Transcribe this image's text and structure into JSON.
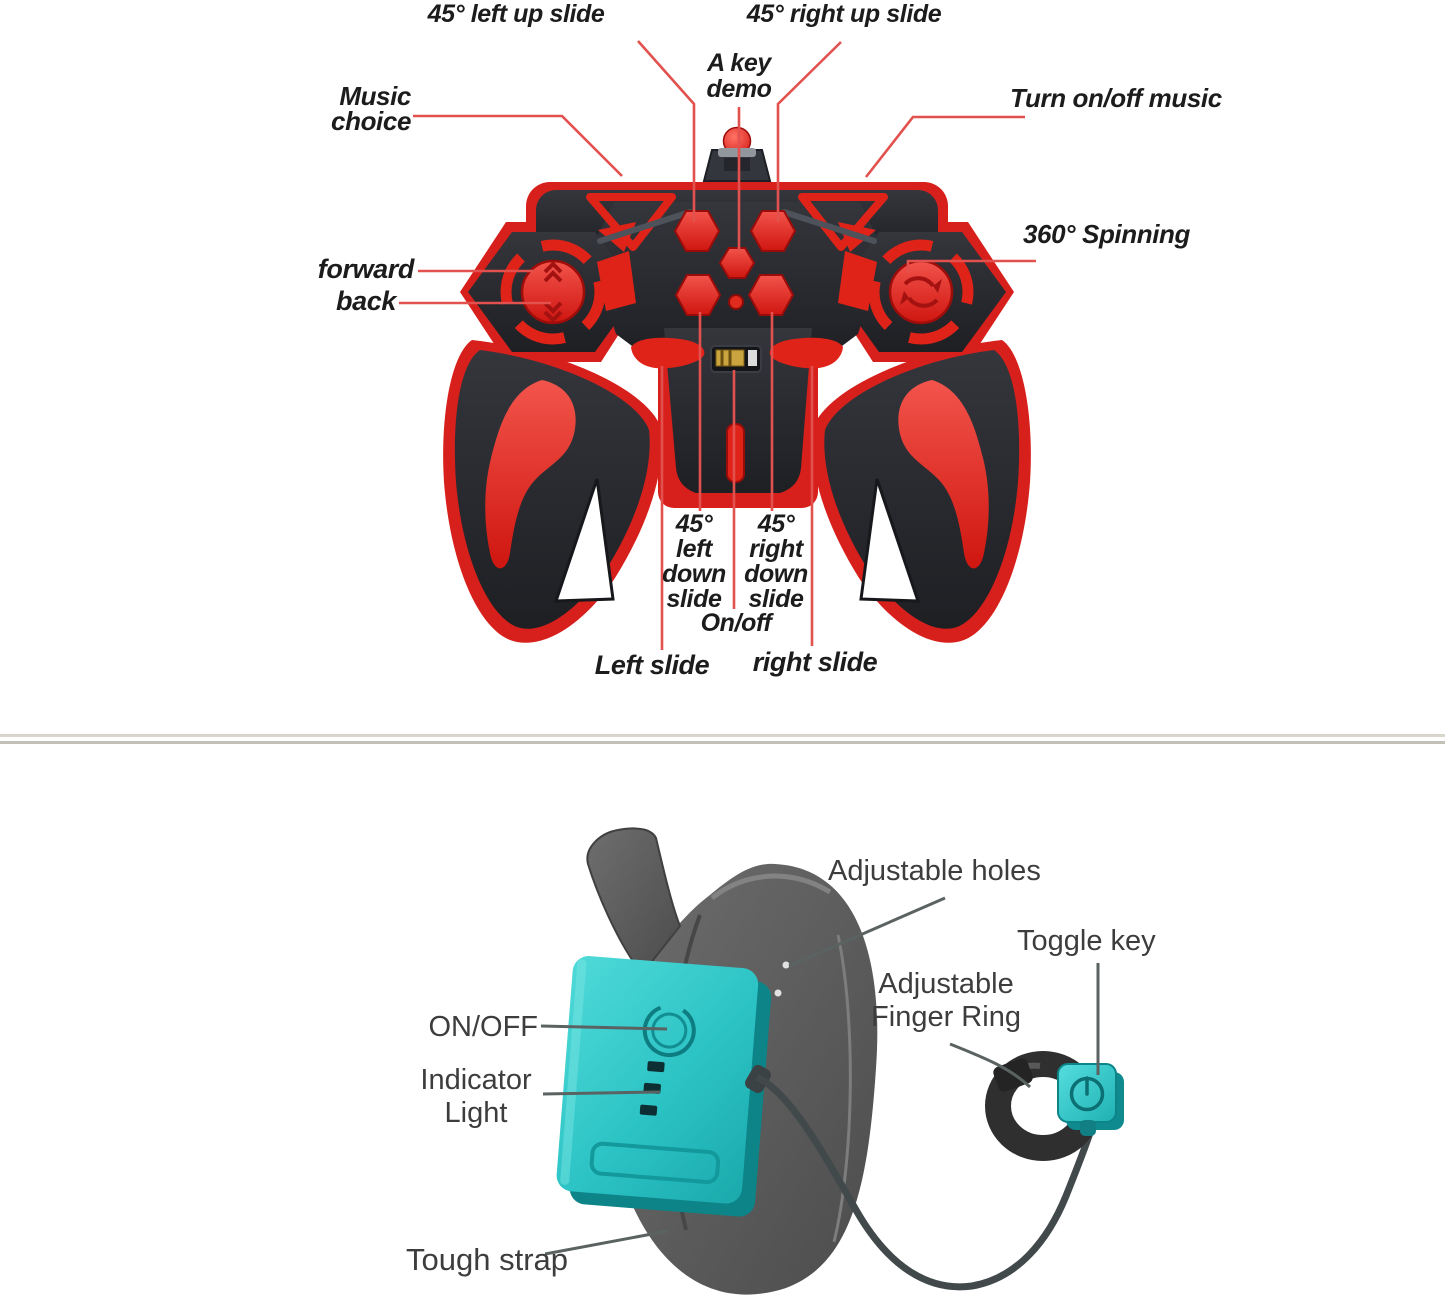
{
  "controller": {
    "labels": {
      "left_up_slide": "45° left up slide",
      "a_key_demo": "A key\ndemo",
      "right_up_slide": "45° right up slide",
      "music_choice": "Music choice",
      "turn_music": "Turn on/off music",
      "forward": "forward",
      "back": "back",
      "spinning": "360° Spinning",
      "left_down_slide": "45°\nleft\ndown\nslide",
      "right_down_slide": "45°\nright\ndown\nslide",
      "on_off": "On/off",
      "left_slide": "Left slide",
      "right_slide": "right slide"
    },
    "colors": {
      "leader": "#e2514e",
      "label": "#1c1c1c",
      "body": "#26272c",
      "accent_red": "#e02318"
    }
  },
  "wristband": {
    "labels": {
      "adjustable_holes": "Adjustable holes",
      "toggle_key": "Toggle key",
      "adjustable_finger_ring": "Adjustable\nFinger Ring",
      "on_off": "ON/OFF",
      "indicator_light": "Indicator\nLight",
      "tough_strap": "Tough strap"
    },
    "colors": {
      "leader": "#5a6262",
      "label": "#3d3d3d",
      "module_teal": "#2cc3c5",
      "strap_gray": "#5d5d5d",
      "ring_black": "#2f2f2f"
    }
  }
}
